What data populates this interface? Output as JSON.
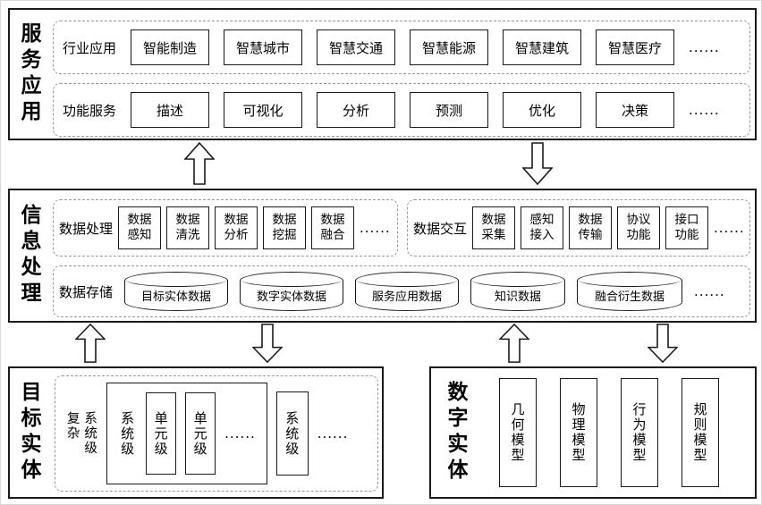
{
  "service_layer": {
    "title": "服务应用",
    "industry": {
      "label": "行业应用",
      "items": [
        "智能制造",
        "智慧城市",
        "智慧交通",
        "智慧能源",
        "智慧建筑",
        "智慧医疗"
      ],
      "more": "......"
    },
    "function": {
      "label": "功能服务",
      "items": [
        "描述",
        "可视化",
        "分析",
        "预测",
        "优化",
        "决策"
      ],
      "more": "......"
    }
  },
  "info_layer": {
    "title": "信息处理",
    "processing": {
      "label": "数据处理",
      "items": [
        "数据\n感知",
        "数据\n清洗",
        "数据\n分析",
        "数据\n挖掘",
        "数据\n融合"
      ],
      "more": "......"
    },
    "interaction": {
      "label": "数据交互",
      "items": [
        "数据\n采集",
        "感知\n接入",
        "数据\n传输",
        "协议\n功能",
        "接口\n功能"
      ],
      "more": "......"
    },
    "storage": {
      "label": "数据存储",
      "items": [
        "目标实体数据",
        "数字实体数据",
        "服务应用数据",
        "知识数据",
        "融合衍生数据"
      ],
      "more": "......"
    }
  },
  "target_layer": {
    "title": "目标实体",
    "complex_label": "复杂\n系统级",
    "group": {
      "label": "系统级",
      "units": [
        "单元级",
        "单元级"
      ],
      "more": "......"
    },
    "system": "系统级",
    "more": "......"
  },
  "digital_layer": {
    "title": "数字实体",
    "models": [
      "几何模型",
      "物理模型",
      "行为模型",
      "规则模型"
    ]
  }
}
